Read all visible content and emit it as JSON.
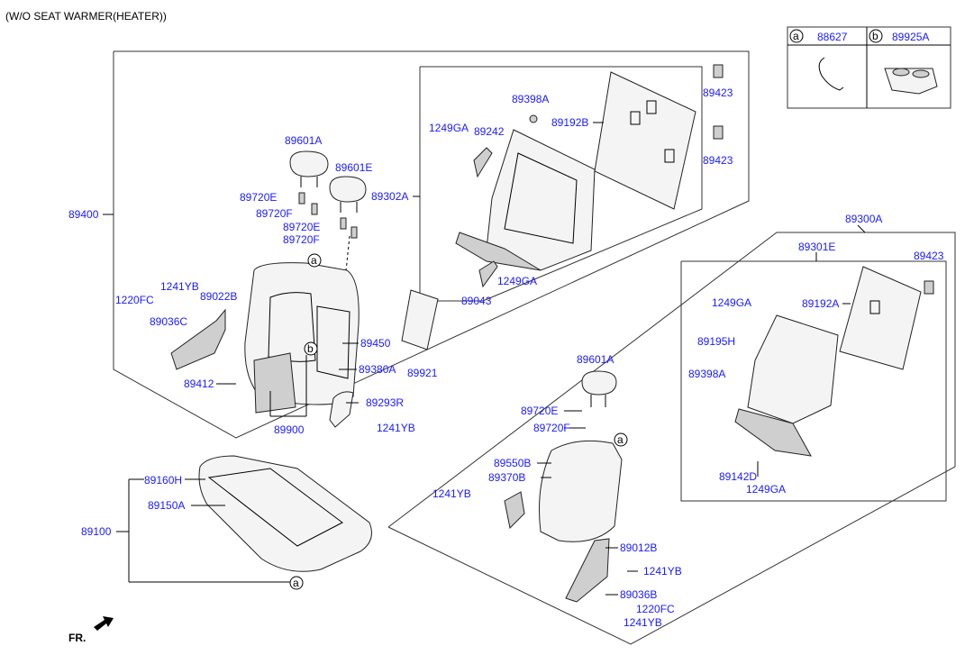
{
  "header": {
    "note": "(W/O SEAT WARMER(HEATER))"
  },
  "legend": {
    "a": {
      "letter": "a",
      "part": "88627"
    },
    "b": {
      "letter": "b",
      "part": "89925A"
    }
  },
  "footer": {
    "direction": "FR."
  },
  "callouts": {
    "c1": "89601A",
    "c2": "89601E",
    "c3": "89720E",
    "c4": "89720F",
    "c5": "89720E",
    "c6": "89720F",
    "c7": "89400",
    "c8": "89302A",
    "c9": "89398A",
    "c10": "89192B",
    "c11": "1249GA",
    "c12": "89242",
    "c13": "89423",
    "c14": "89423",
    "c15": "89043",
    "c16": "1249GA",
    "c17": "1241YB",
    "c18": "1220FC",
    "c19": "89022B",
    "c20": "89036C",
    "c21": "89450",
    "c22": "89380A",
    "c23": "89412",
    "c24": "89921",
    "c25": "89293R",
    "c26": "89900",
    "c27": "1241YB",
    "c28": "89300A",
    "c29": "89301E",
    "c30": "89423",
    "c31": "1249GA",
    "c32": "89192A",
    "c33": "89195H",
    "c34": "89398A",
    "c35": "89142D",
    "c36": "1249GA",
    "c37": "89601A",
    "c38": "89720E",
    "c39": "89720F",
    "c40": "89550B",
    "c41": "89370B",
    "c42": "1241YB",
    "c43": "89012B",
    "c44": "1241YB",
    "c45": "89036B",
    "c46": "1220FC",
    "c47": "1241YB",
    "c48": "89160H",
    "c49": "89150A",
    "c50": "89100"
  },
  "markers": {
    "a": "a",
    "b": "b"
  }
}
